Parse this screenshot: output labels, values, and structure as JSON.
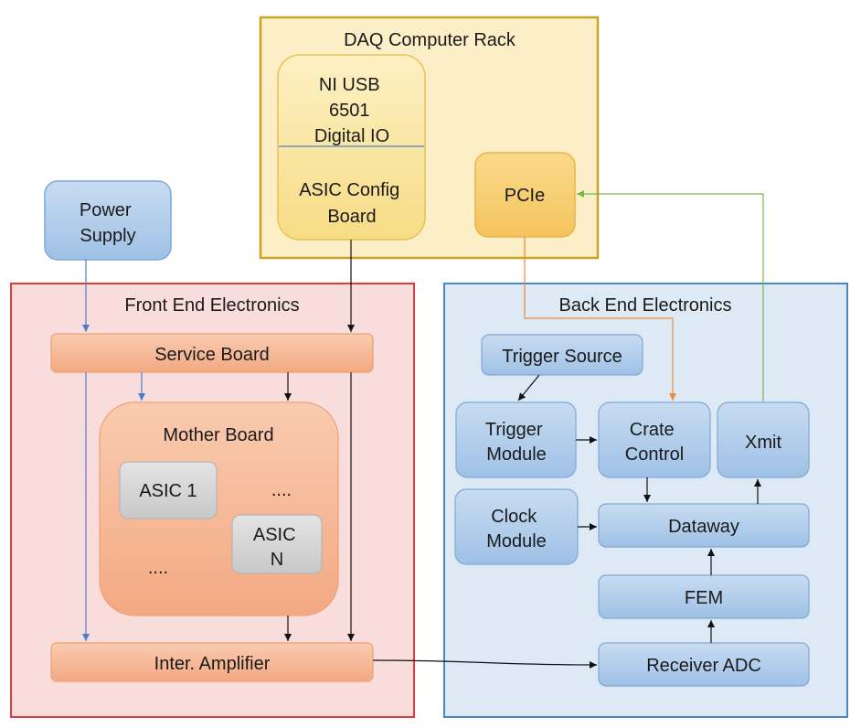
{
  "groups": {
    "daq": {
      "title": "DAQ Computer Rack"
    },
    "front_end": {
      "title": "Front End Electronics"
    },
    "back_end": {
      "title": "Back End Electronics"
    }
  },
  "nodes": {
    "ni_usb": {
      "line1": "NI USB",
      "line2": "6501",
      "line3": "Digital IO"
    },
    "asic_config": {
      "line1": "ASIC Config",
      "line2": "Board"
    },
    "pcie": {
      "label": "PCIe"
    },
    "power_supply": {
      "line1": "Power",
      "line2": "Supply"
    },
    "service_board": {
      "label": "Service Board"
    },
    "mother_board": {
      "label": "Mother Board"
    },
    "asic_1": {
      "label": "ASIC 1"
    },
    "asic_n": {
      "line1": "ASIC",
      "line2": "N"
    },
    "ellipsis_top": {
      "label": "...."
    },
    "ellipsis_bottom": {
      "label": "...."
    },
    "inter_amplifier": {
      "label": "Inter. Amplifier"
    },
    "trigger_source": {
      "label": "Trigger Source"
    },
    "trigger_module": {
      "line1": "Trigger",
      "line2": "Module"
    },
    "crate_control": {
      "line1": "Crate",
      "line2": "Control"
    },
    "xmit": {
      "label": "Xmit"
    },
    "clock_module": {
      "line1": "Clock",
      "line2": "Module"
    },
    "dataway": {
      "label": "Dataway"
    },
    "fem": {
      "label": "FEM"
    },
    "receiver_adc": {
      "label": "Receiver ADC"
    }
  },
  "colors": {
    "daq_border": "#c9a227",
    "daq_fill": "#fcefc7",
    "front_border": "#e03c3c",
    "front_fill": "#f9dcdc",
    "back_border": "#4a86c5",
    "back_fill": "#dde9f5",
    "orange_box": "#f5b896",
    "blue_box": "#aecbea",
    "gray_box": "#d6d6d6",
    "arrow_blue": "#4a7fc5",
    "arrow_orange": "#ee8a3a",
    "arrow_green": "#7ab648",
    "arrow_black": "#111111"
  }
}
